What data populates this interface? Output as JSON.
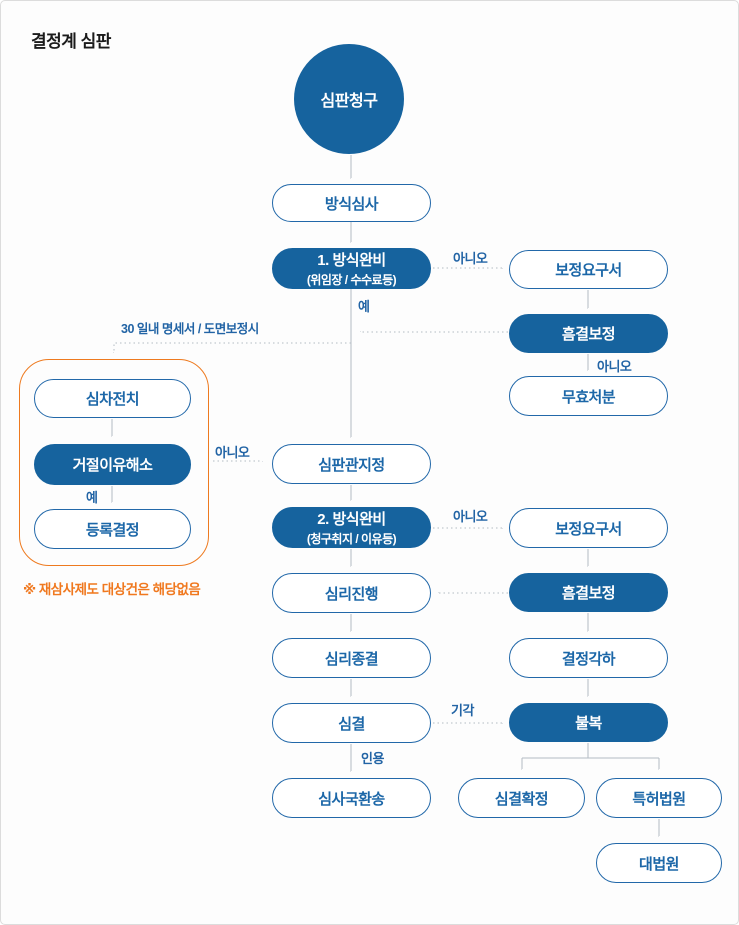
{
  "title": "결정계 심판",
  "colors": {
    "node_fill_blue": "#16639E",
    "node_outline_blue": "#2268A9",
    "orange_accent": "#EE7A1F",
    "connector_gray": "#B0BAC1"
  },
  "nodes": {
    "start": "심판청구",
    "formality_check": "방식심사",
    "formality_ok1_line1": "1. 방식완비",
    "formality_ok1_line2": "(위임장 / 수수료등)",
    "correction_request1": "보정요구서",
    "defect_correction1": "흠결보정",
    "invalidation": "무효처분",
    "pre_trial": "심차전치",
    "rejection_resolved": "거절이유해소",
    "registration_decision": "등록결정",
    "examiner_assignment": "심판관지정",
    "formality_ok2_line1": "2. 방식완비",
    "formality_ok2_line2": "(청구취지 / 이유등)",
    "correction_request2": "보정요구서",
    "defect_correction2": "흠결보정",
    "trial_proceeding": "심리진행",
    "trial_closing": "심리종결",
    "decision_dismissal": "결정각하",
    "trial_decision": "심결",
    "appeal": "불복",
    "remand_to_bureau": "심사국환송",
    "decision_final": "심결확정",
    "patent_court": "특허법원",
    "supreme_court": "대법원"
  },
  "edge_labels": {
    "no": "아니오",
    "yes": "예",
    "day30": "30 일내 명세서 / 도면보정시",
    "dismissed": "기각",
    "accepted": "인용"
  },
  "note": "※ 재삼사제도 대상건은 해당없음"
}
